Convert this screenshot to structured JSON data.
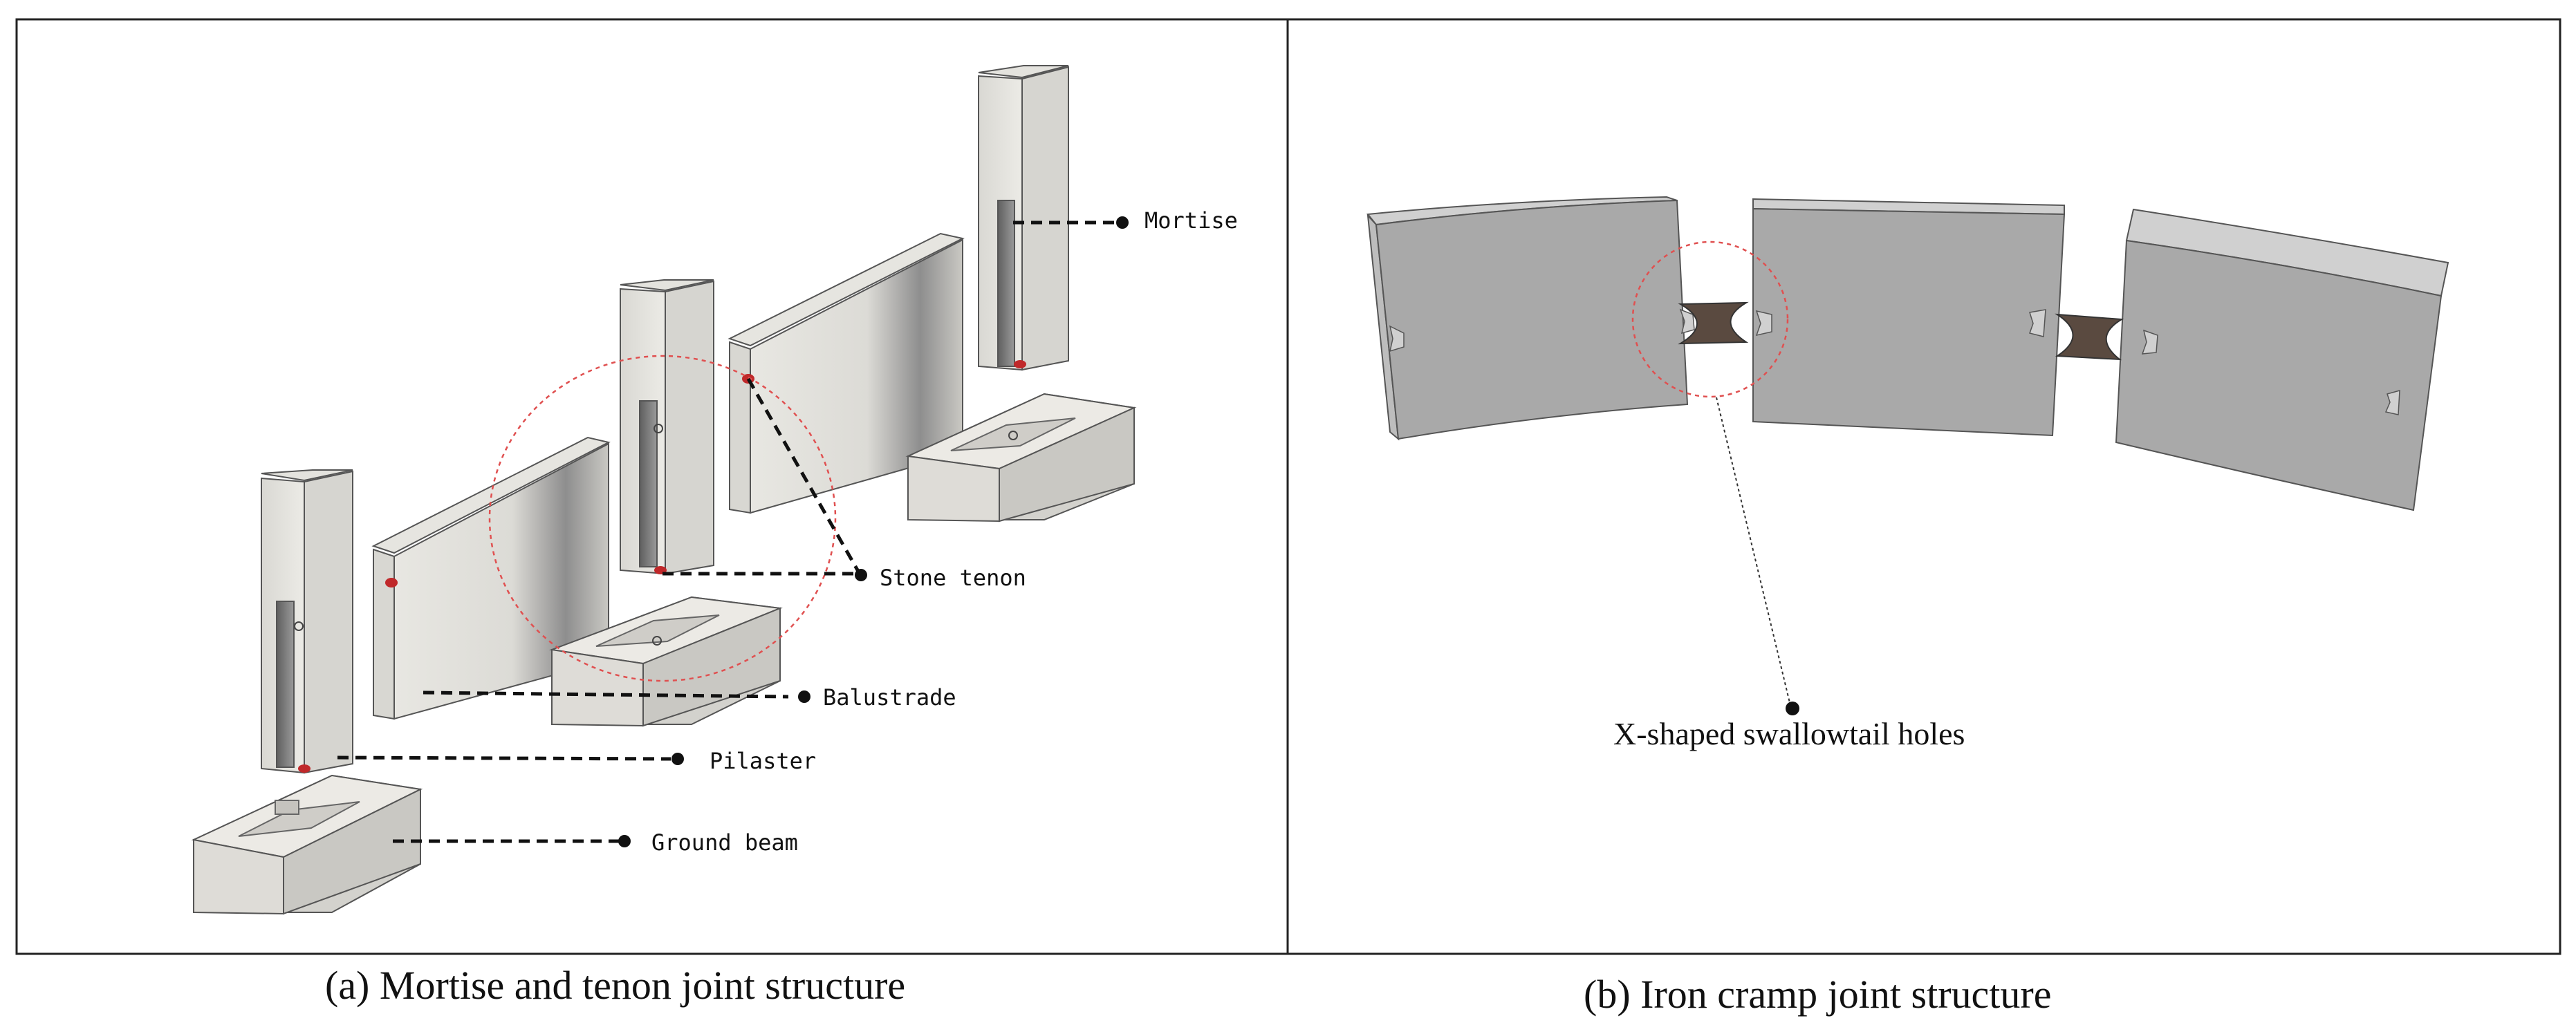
{
  "panel_a": {
    "labels": {
      "mortise": "Mortise",
      "stone_tenon": "Stone tenon",
      "balustrade": "Balustrade",
      "pilaster": "Pilaster",
      "ground_beam": "Ground beam"
    },
    "caption": "(a) Mortise and tenon joint structure"
  },
  "panel_b": {
    "labels": {
      "swallowtail": "X-shaped swallowtail holes"
    },
    "caption": "(b) Iron cramp joint structure"
  },
  "colors": {
    "stone_light": "#e9e8e3",
    "stone_mid": "#d2d1cc",
    "stone_dark": "#8f8f8f",
    "block_gray": "#a9a9a9",
    "block_top": "#cfcfcf",
    "iron_cramp": "#5a4a40",
    "tenon_red": "#c0282a",
    "highlight_circle": "#e05050"
  }
}
